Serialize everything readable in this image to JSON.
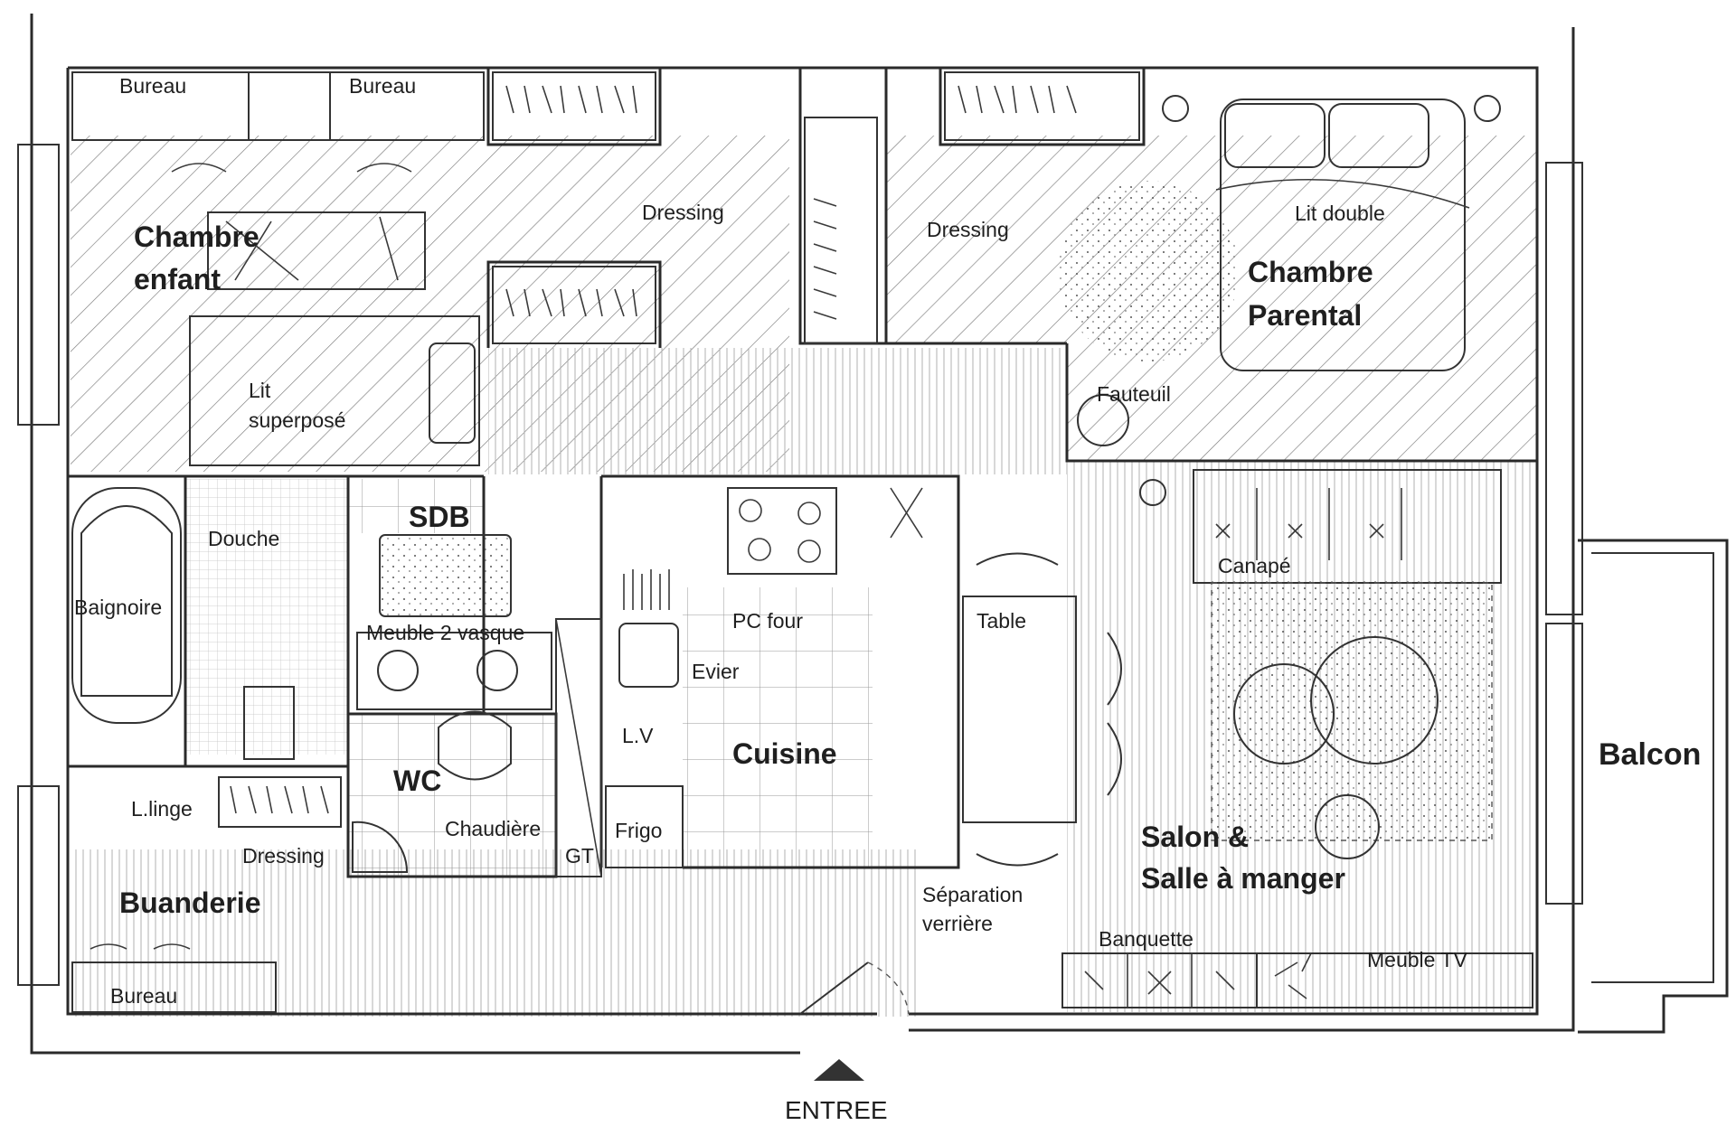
{
  "rooms": {
    "chambre_enfant": [
      "Chambre",
      "enfant"
    ],
    "chambre_parental": [
      "Chambre",
      "Parental"
    ],
    "sdb": "SDB",
    "wc": "WC",
    "cuisine": "Cuisine",
    "buanderie": "Buanderie",
    "salon": [
      "Salon &",
      "Salle à manger"
    ],
    "balcon": "Balcon"
  },
  "labels": {
    "bureau_1": "Bureau",
    "bureau_2": "Bureau",
    "bureau_3": "Bureau",
    "dressing_1": "Dressing",
    "dressing_2": "Dressing",
    "dressing_3": "Dressing",
    "lit_superpose": [
      "Lit",
      "superposé"
    ],
    "lit_double": "Lit double",
    "fauteuil": "Fauteuil",
    "douche": "Douche",
    "baignoire": "Baignoire",
    "meuble_vasque": "Meuble 2 vasque",
    "pc_four": "PC four",
    "evier": "Evier",
    "table": "Table",
    "canape": "Canapé",
    "lv": "L.V",
    "llinge": "L.linge",
    "chaudiere": "Chaudière",
    "gt": "GT",
    "frigo": "Frigo",
    "separation": [
      "Séparation",
      "verrière"
    ],
    "banquette": "Banquette",
    "meuble_tv": "Meuble TV"
  },
  "entree": "ENTREE"
}
